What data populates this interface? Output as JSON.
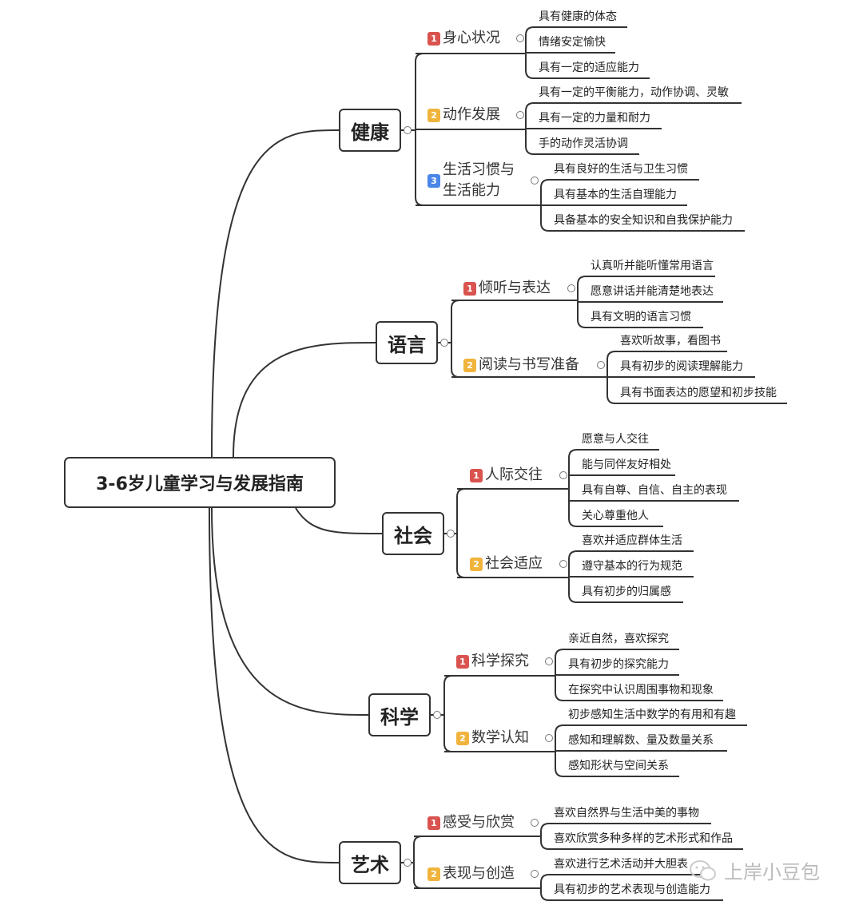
{
  "root": "3-6岁儿童学习与发展指南",
  "domains": [
    {
      "name": "健康",
      "groups": [
        {
          "num": "1",
          "label": "身心状况",
          "items": [
            "具有健康的体态",
            "情绪安定愉快",
            "具有一定的适应能力"
          ]
        },
        {
          "num": "2",
          "label": "动作发展",
          "items": [
            "具有一定的平衡能力，动作协调、灵敏",
            "具有一定的力量和耐力",
            "手的动作灵活协调"
          ]
        },
        {
          "num": "3",
          "label": "生活习惯与",
          "label2": "生活能力",
          "items": [
            "具有良好的生活与卫生习惯",
            "具有基本的生活自理能力",
            "具备基本的安全知识和自我保护能力"
          ]
        }
      ]
    },
    {
      "name": "语言",
      "groups": [
        {
          "num": "1",
          "label": "倾听与表达",
          "items": [
            "认真听并能听懂常用语言",
            "愿意讲话并能清楚地表达",
            "具有文明的语言习惯"
          ]
        },
        {
          "num": "2",
          "label": "阅读与书写准备",
          "items": [
            "喜欢听故事，看图书",
            "具有初步的阅读理解能力",
            "具有书面表达的愿望和初步技能"
          ]
        }
      ]
    },
    {
      "name": "社会",
      "groups": [
        {
          "num": "1",
          "label": "人际交往",
          "items": [
            "愿意与人交往",
            "能与同伴友好相处",
            "具有自尊、自信、自主的表现",
            "关心尊重他人"
          ]
        },
        {
          "num": "2",
          "label": "社会适应",
          "items": [
            "喜欢并适应群体生活",
            "遵守基本的行为规范",
            "具有初步的归属感"
          ]
        }
      ]
    },
    {
      "name": "科学",
      "groups": [
        {
          "num": "1",
          "label": "科学探究",
          "items": [
            "亲近自然，喜欢探究",
            "具有初步的探究能力",
            "在探究中认识周围事物和现象"
          ]
        },
        {
          "num": "2",
          "label": "数学认知",
          "items": [
            "初步感知生活中数学的有用和有趣",
            "感知和理解数、量及数量关系",
            "感知形状与空间关系"
          ]
        }
      ]
    },
    {
      "name": "艺术",
      "groups": [
        {
          "num": "1",
          "label": "感受与欣赏",
          "items": [
            "喜欢自然界与生活中美的事物",
            "喜欢欣赏多种多样的艺术形式和作品"
          ]
        },
        {
          "num": "2",
          "label": "表现与创造",
          "items": [
            "喜欢进行艺术活动并大胆表",
            "具有初步的艺术表现与创造能力"
          ]
        }
      ]
    }
  ],
  "watermark": "上岸小豆包",
  "colors": {
    "badge1": "#d9534f",
    "badge2": "#f0b43c",
    "badge3": "#4a86e8",
    "line": "#333333"
  }
}
